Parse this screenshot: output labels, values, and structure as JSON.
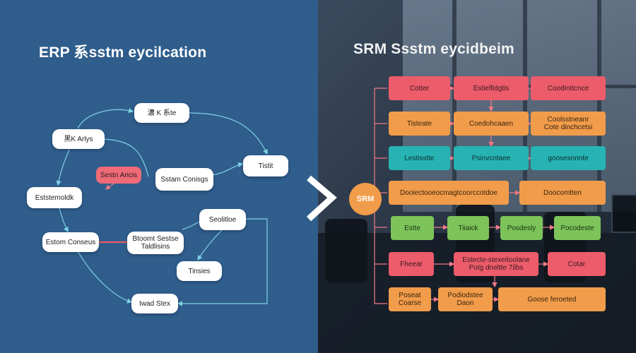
{
  "left": {
    "title": "ERP 系sstm eycilcation",
    "nodes": {
      "n1": "濃 K 系te",
      "n2": "黑K Arlys",
      "n3": "Sestn Aricis",
      "n4": "Sstam Conisgs",
      "n5": "Tistit",
      "n6": "Eststemoldk",
      "n7": "Seolitloe",
      "n8": "Estom Conseus",
      "n9": "Btoomt Sestse\nTaldlisins",
      "n10": "Tinsies",
      "n11": "Iwad Stex"
    }
  },
  "right": {
    "title": "SRM Ssstm eycidbeim",
    "circle": "SRM",
    "rows": [
      [
        "Cotter",
        "Estielfidgtis",
        "Coodinttcnce"
      ],
      [
        "Tisteate",
        "Coedohcaaen",
        "Coolsstneanr\nCote dinchcetsi"
      ],
      [
        "Lestisstte",
        "Psinvcntaee",
        "goosesnnnte"
      ],
      [
        "Dooiectooeocmagtcoorccotdoe",
        "Doocomtten"
      ],
      [
        "Estte",
        "Tiiaick",
        "Posdesly",
        "Pocodeste"
      ],
      [
        "Fheear",
        "Estecte-stexeitoolane\nPotg dneltte 7ilbs",
        "Cotar"
      ],
      [
        "Poseat\nCoarse",
        "Podiodstee\nDaon",
        "Goose feroeted"
      ]
    ]
  },
  "colors": {
    "left_bg": "#2f5d8c",
    "red": "#ec5c6b",
    "orange": "#f19c4a",
    "teal": "#27b3b3",
    "green": "#7cc35a"
  }
}
